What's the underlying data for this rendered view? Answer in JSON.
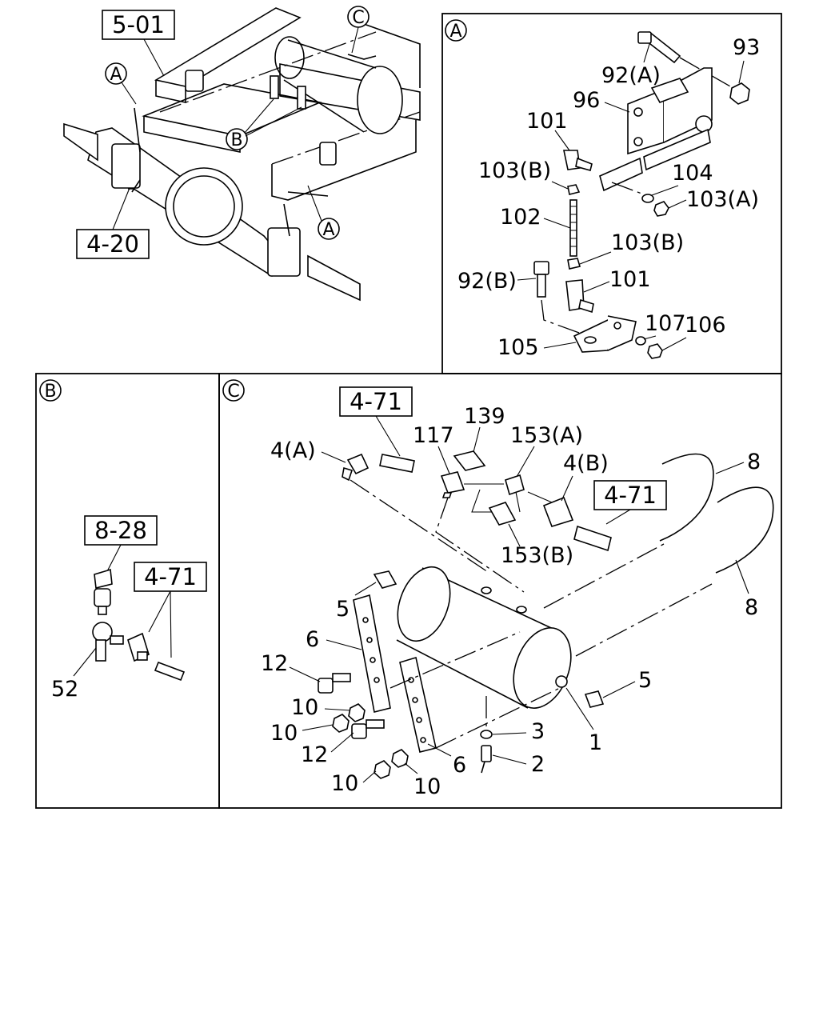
{
  "refs": {
    "frame": "5-01",
    "axle": "4-20",
    "switch": "8-28",
    "pipe_b": "4-71",
    "pipe_c1": "4-71",
    "pipe_c2": "4-71"
  },
  "circles": {
    "a": "A",
    "b": "B",
    "c": "C"
  },
  "overview": {
    "a1": "A",
    "a2": "A",
    "b": "B",
    "c": "C"
  },
  "labels": {
    "p93": "93",
    "p92a": "92(A)",
    "p96": "96",
    "p101a": "101",
    "p103b1": "103(B)",
    "p104": "104",
    "p103a": "103(A)",
    "p102": "102",
    "p103b2": "103(B)",
    "p92b": "92(B)",
    "p101b": "101",
    "p107": "107",
    "p106": "106",
    "p105": "105",
    "p52": "52",
    "p4a": "4(A)",
    "p117": "117",
    "p139": "139",
    "p153a": "153(A)",
    "p4b": "4(B)",
    "p153b": "153(B)",
    "p8a": "8",
    "p8b": "8",
    "p5a": "5",
    "p6a": "6",
    "p12a": "12",
    "p10a": "10",
    "p10b": "10",
    "p12b": "12",
    "p10c": "10",
    "p10d": "10",
    "p6b": "6",
    "p5b": "5",
    "p1": "1",
    "p3": "3",
    "p2": "2"
  }
}
